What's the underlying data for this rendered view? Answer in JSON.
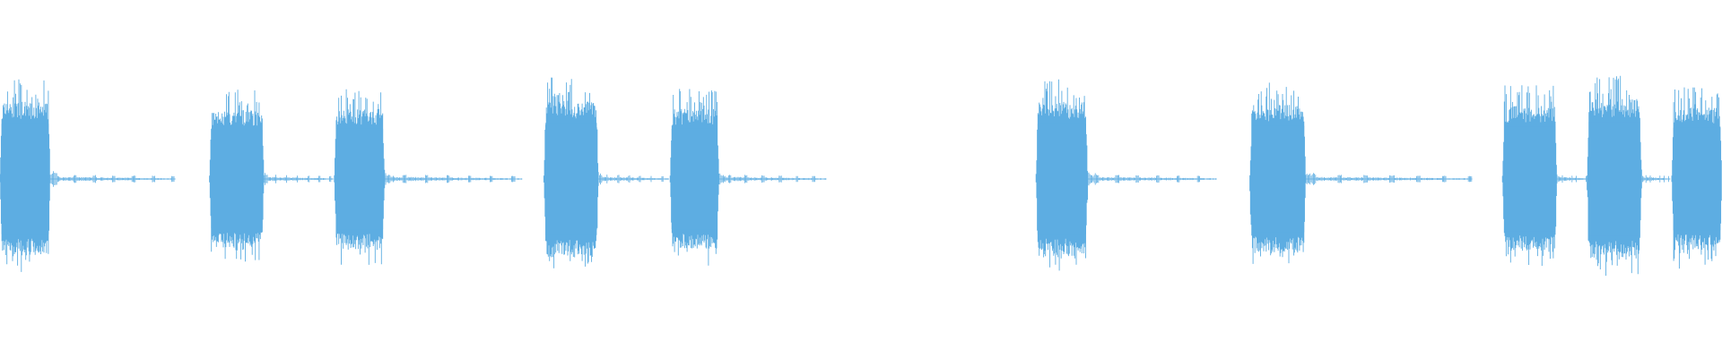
{
  "waveform": {
    "color": "#5dade2",
    "background": "#ffffff",
    "duration_s": 60,
    "bursts": [
      {
        "start_s": 0.0,
        "end_s": 1.75,
        "peak": 0.56,
        "tail_end_s": 6.1
      },
      {
        "start_s": 7.3,
        "end_s": 9.2,
        "peak": 0.5,
        "tail_end_s": 11.6
      },
      {
        "start_s": 11.65,
        "end_s": 13.4,
        "peak": 0.51,
        "tail_end_s": 18.2
      },
      {
        "start_s": 18.95,
        "end_s": 20.85,
        "peak": 0.57,
        "tail_end_s": 23.3
      },
      {
        "start_s": 23.35,
        "end_s": 25.05,
        "peak": 0.51,
        "tail_end_s": 28.8
      },
      {
        "start_s": 36.1,
        "end_s": 37.9,
        "peak": 0.56,
        "tail_end_s": 42.4
      },
      {
        "start_s": 43.55,
        "end_s": 45.5,
        "peak": 0.54,
        "tail_end_s": 51.3
      },
      {
        "start_s": 52.35,
        "end_s": 54.25,
        "peak": 0.53,
        "tail_end_s": 55.3
      },
      {
        "start_s": 55.3,
        "end_s": 57.2,
        "peak": 0.58,
        "tail_end_s": 58.2
      },
      {
        "start_s": 58.25,
        "end_s": 60.0,
        "peak": 0.52,
        "tail_end_s": 60.0
      }
    ]
  }
}
